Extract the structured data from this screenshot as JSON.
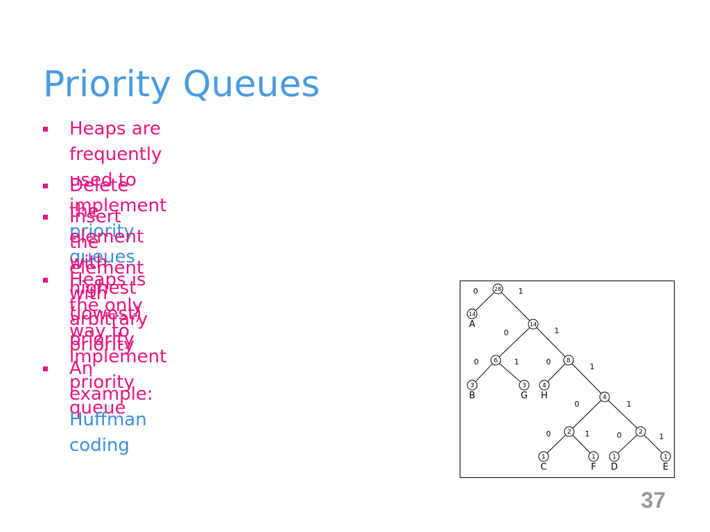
{
  "slide": {
    "title": "Priority Queues",
    "page_number": "37"
  },
  "bullets": [
    {
      "text": "Heaps are frequently used to implement ",
      "highlight": "priority",
      "line2": "queues"
    },
    {
      "text": "Delete the element with highest (lowest) priority"
    },
    {
      "text": "Insert the element with arbitrary priority"
    },
    {
      "line1": "Heaps is the only way to",
      "line2": "implement priority queue"
    },
    {
      "text": "An example: ",
      "highlight": "Huffman coding"
    }
  ],
  "tree": {
    "nodes": [
      {
        "id": "root",
        "value": "28"
      },
      {
        "id": "a",
        "value": "14",
        "label": "A"
      },
      {
        "id": "n14",
        "value": "14"
      },
      {
        "id": "n6",
        "value": "6"
      },
      {
        "id": "n8",
        "value": "8"
      },
      {
        "id": "b",
        "value": "3",
        "label": "B"
      },
      {
        "id": "g",
        "value": "3",
        "label": "G"
      },
      {
        "id": "h",
        "value": "4",
        "label": "H"
      },
      {
        "id": "n4",
        "value": "4"
      },
      {
        "id": "n2a",
        "value": "2"
      },
      {
        "id": "n2b",
        "value": "2"
      },
      {
        "id": "c",
        "value": "1",
        "label": "C"
      },
      {
        "id": "f",
        "value": "1",
        "label": "F"
      },
      {
        "id": "d",
        "value": "1",
        "label": "D"
      },
      {
        "id": "e",
        "value": "1",
        "label": "E"
      }
    ],
    "edges": [
      {
        "from": "root",
        "to": "a",
        "bit": "0"
      },
      {
        "from": "root",
        "to": "n14",
        "bit": "1"
      },
      {
        "from": "n14",
        "to": "n6",
        "bit": "0"
      },
      {
        "from": "n14",
        "to": "n8",
        "bit": "1"
      },
      {
        "from": "n6",
        "to": "b",
        "bit": "0"
      },
      {
        "from": "n6",
        "to": "g",
        "bit": "1"
      },
      {
        "from": "n8",
        "to": "h",
        "bit": "0"
      },
      {
        "from": "n8",
        "to": "n4",
        "bit": "1"
      },
      {
        "from": "n4",
        "to": "n2a",
        "bit": "0"
      },
      {
        "from": "n4",
        "to": "n2b",
        "bit": "1"
      },
      {
        "from": "n2a",
        "to": "c",
        "bit": "0"
      },
      {
        "from": "n2a",
        "to": "f",
        "bit": "1"
      },
      {
        "from": "n2b",
        "to": "d",
        "bit": "0"
      },
      {
        "from": "n2b",
        "to": "e",
        "bit": "1"
      }
    ]
  }
}
